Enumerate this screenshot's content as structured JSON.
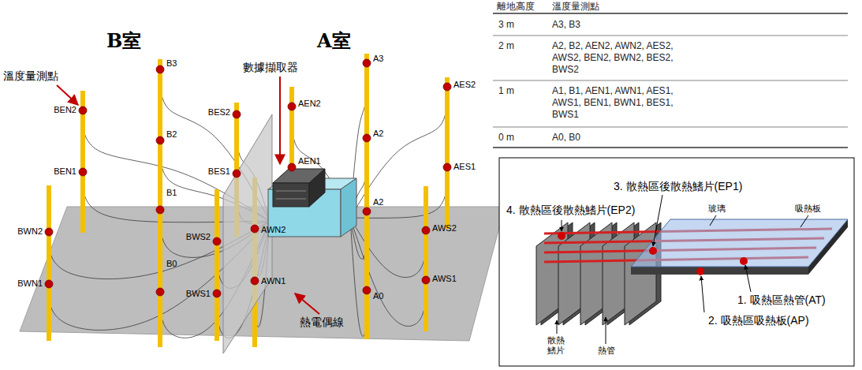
{
  "diagram": {
    "labels": [
      "離地高度",
      "溫度量測點",
      "3 m",
      "A3, B3",
      "2 m",
      "A2, B2, AEN2, AWN2, AES2, AWS2, BEN2, BWN2, BES2, BWS2",
      "1 m",
      "A1, B1, AEN1, AWN1, AES1, AWS1, BEN1, BWN1, BES1, BWS1",
      "0 m",
      "A0, B0",
      "B室",
      "A室",
      "溫度量測點",
      "數據擷取器",
      "熱電偶線",
      "BEN2",
      "BEN1",
      "BWN2",
      "BWN1",
      "B3",
      "B2",
      "B1",
      "B0",
      "BES2",
      "BES1",
      "BWS2",
      "BWS1",
      "AEN2",
      "AEN1",
      "AWN2",
      "AWN1",
      "A3",
      "A2",
      "A2",
      "A0",
      "AES2",
      "AES1",
      "AWS2",
      "AWS1",
      "3. 散熱區後散熱鰭片(EP1)",
      "4. 散熱區後散熱鰭片(EP2)",
      "玻璃",
      "吸熱板",
      "1. 吸熱區熱管(AT)",
      "2. 吸熱區吸熱板(AP)",
      "散熱 鰭片",
      "熱管"
    ]
  }
}
